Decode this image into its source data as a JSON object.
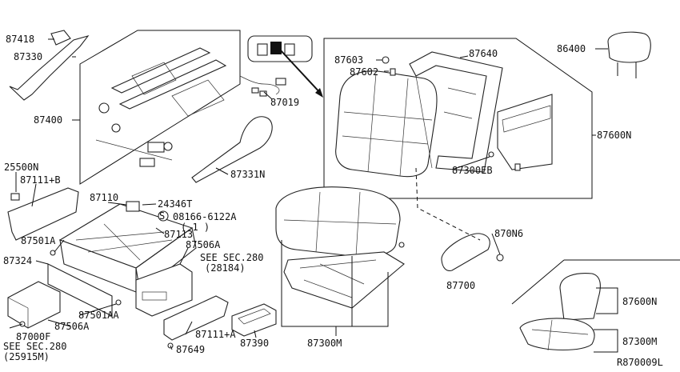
{
  "labels": {
    "p87418": "87418",
    "p87330": "87330",
    "p87400": "87400",
    "p87019": "87019",
    "p87331n": "87331N",
    "p87603": "87603",
    "p87602": "87602",
    "p87640": "87640",
    "p86400": "86400",
    "p87600n": "87600N",
    "p87300eb": "87300EB",
    "p25500n": "25500N",
    "p87111b": "87111+B",
    "p87110": "87110",
    "p24346t": "24346T",
    "p08166": "08166-6122A",
    "p08166_qty": "( 1 )",
    "p87113": "87113",
    "p87501a": "87501A",
    "p87506a_top": "87506A",
    "p87324": "87324",
    "see280_top": "SEE SEC.280",
    "see280_top_code": "(28184)",
    "p870n6": "870N6",
    "p87700": "87700",
    "p87000f": "87000F",
    "p87501aa": "87501AA",
    "p87506a_bot": "87506A",
    "see280_bot": "SEE SEC.280",
    "see280_bot_code": "(25915M)",
    "p87649": "87649",
    "p87111a": "87111+A",
    "p87390": "87390",
    "p87300m": "87300M",
    "inset_87600n": "87600N",
    "inset_87300m": "87300M",
    "ref_code": "R870009L",
    "screw_symbol": "S"
  }
}
